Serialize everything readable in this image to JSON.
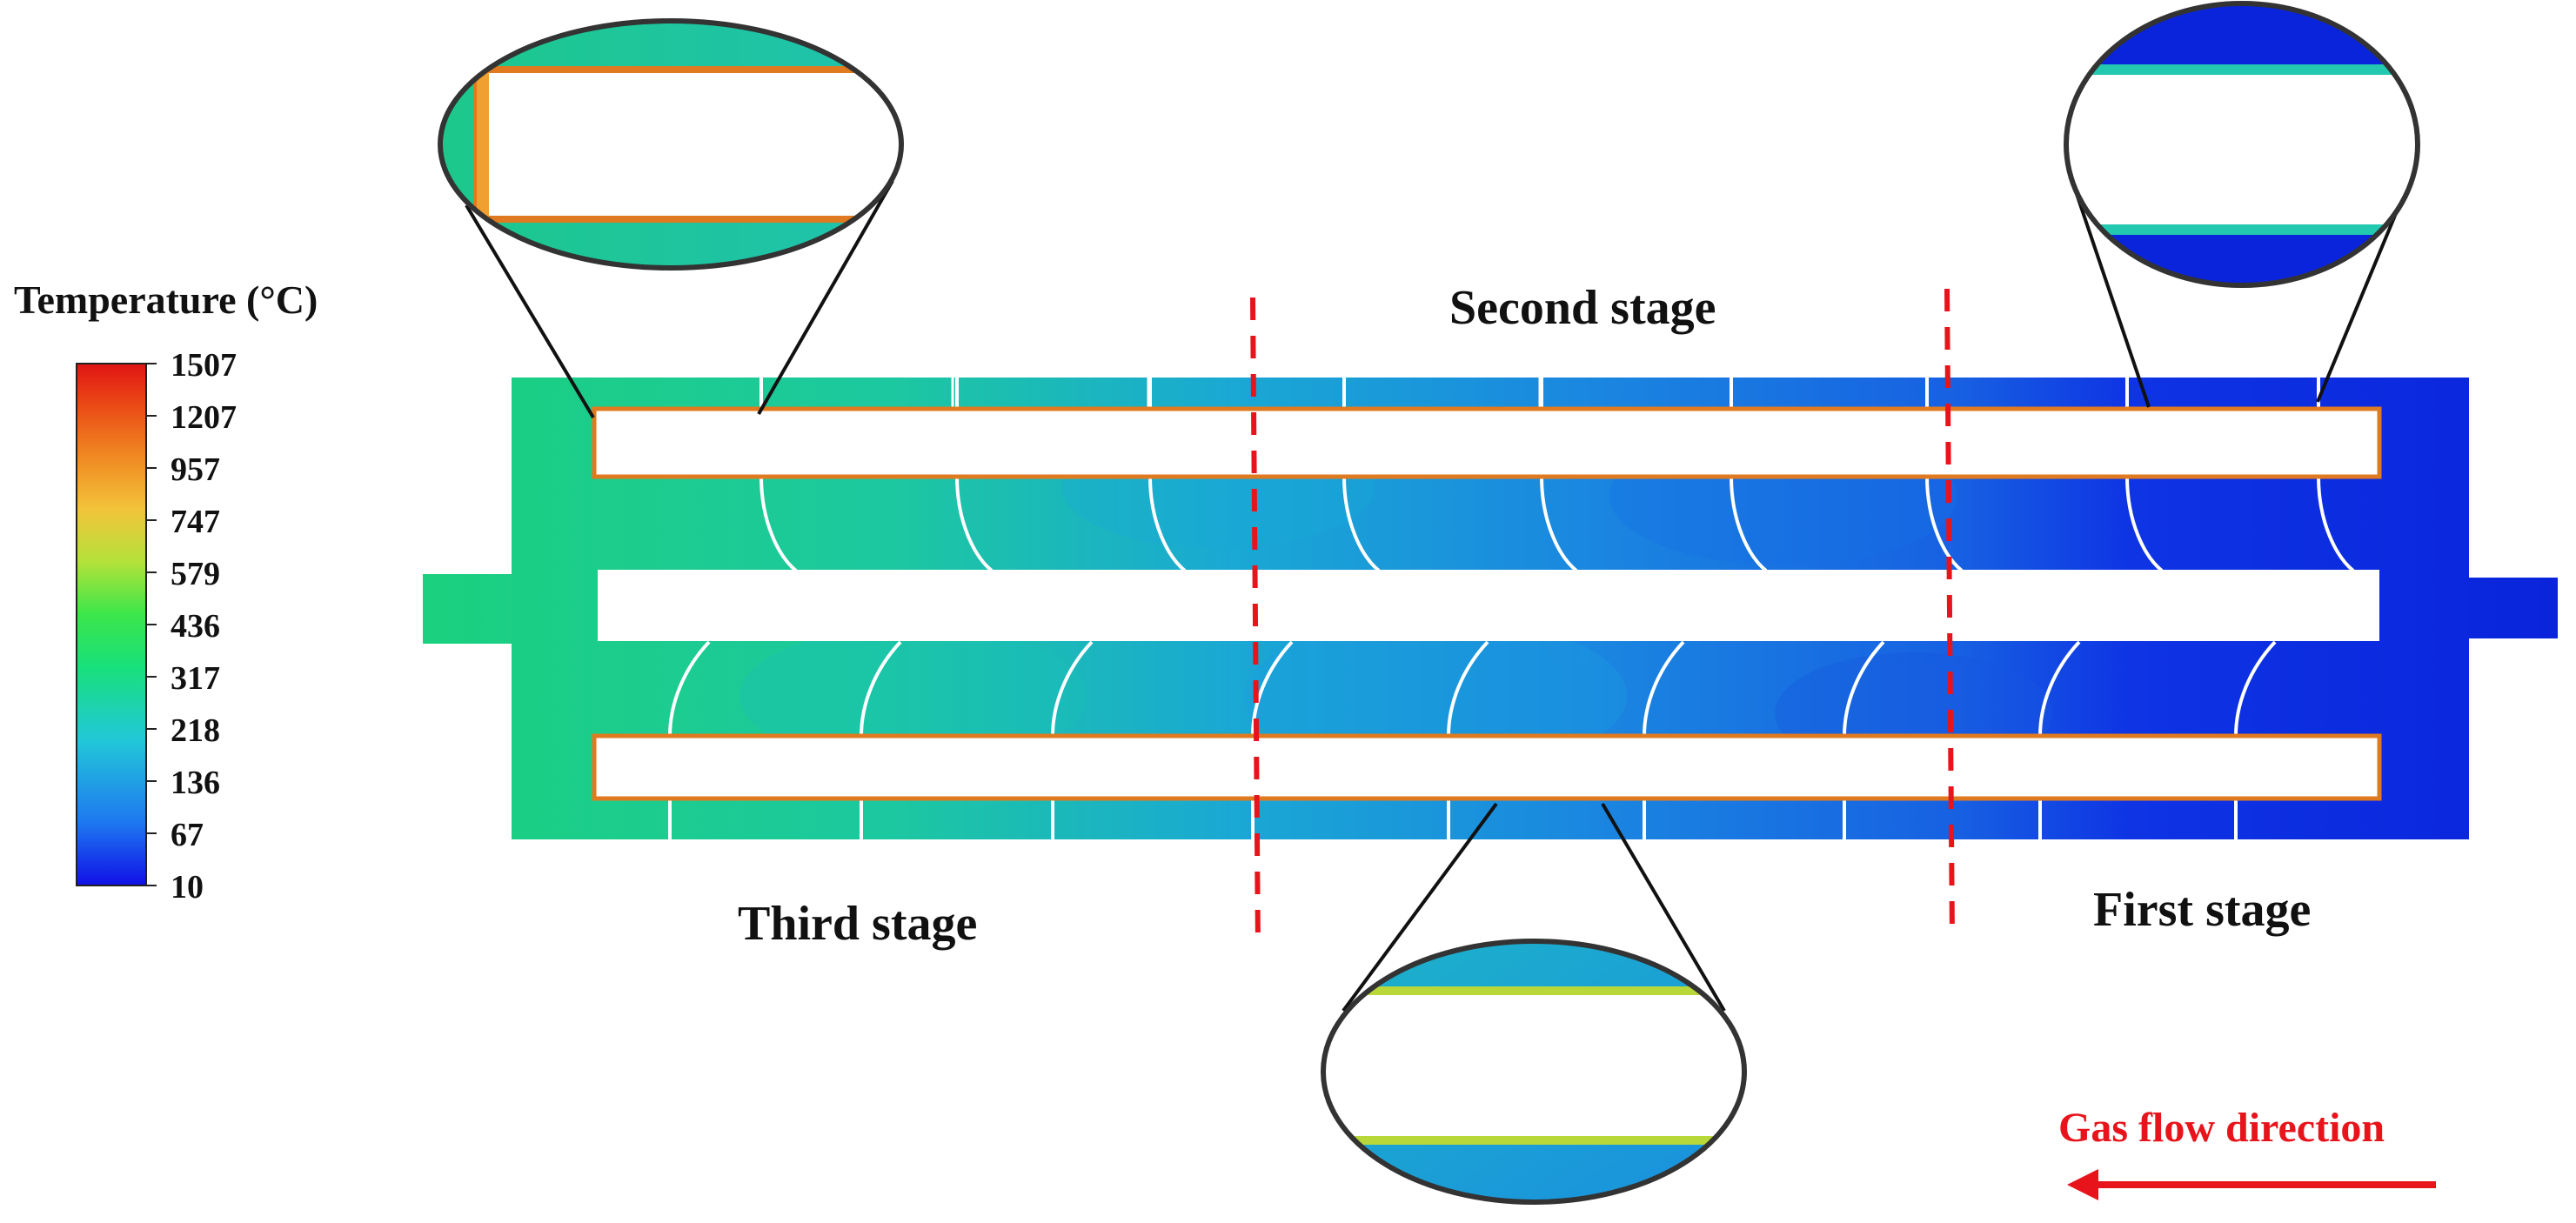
{
  "legend": {
    "title": "Temperature  (°C)",
    "ticks": [
      "1507",
      "1207",
      "957",
      "747",
      "579",
      "436",
      "317",
      "218",
      "136",
      "67",
      "10"
    ],
    "colors": [
      "#1010e6",
      "#1e78f0",
      "#22c8d8",
      "#18e07a",
      "#3ce64a",
      "#b4e23a",
      "#f2c43a",
      "#f08a22",
      "#ea4a16",
      "#e01414"
    ]
  },
  "stages": {
    "first": "First stage",
    "second": "Second stage",
    "third": "Third stage"
  },
  "flow": {
    "label": "Gas flow direction",
    "color": "#e8141c"
  },
  "field_colors": {
    "hot": "#1bd07e",
    "mid": "#1f9ae0",
    "cold": "#0a28e0",
    "tube_edge": "#e07a20",
    "divider": "#e8141c"
  }
}
